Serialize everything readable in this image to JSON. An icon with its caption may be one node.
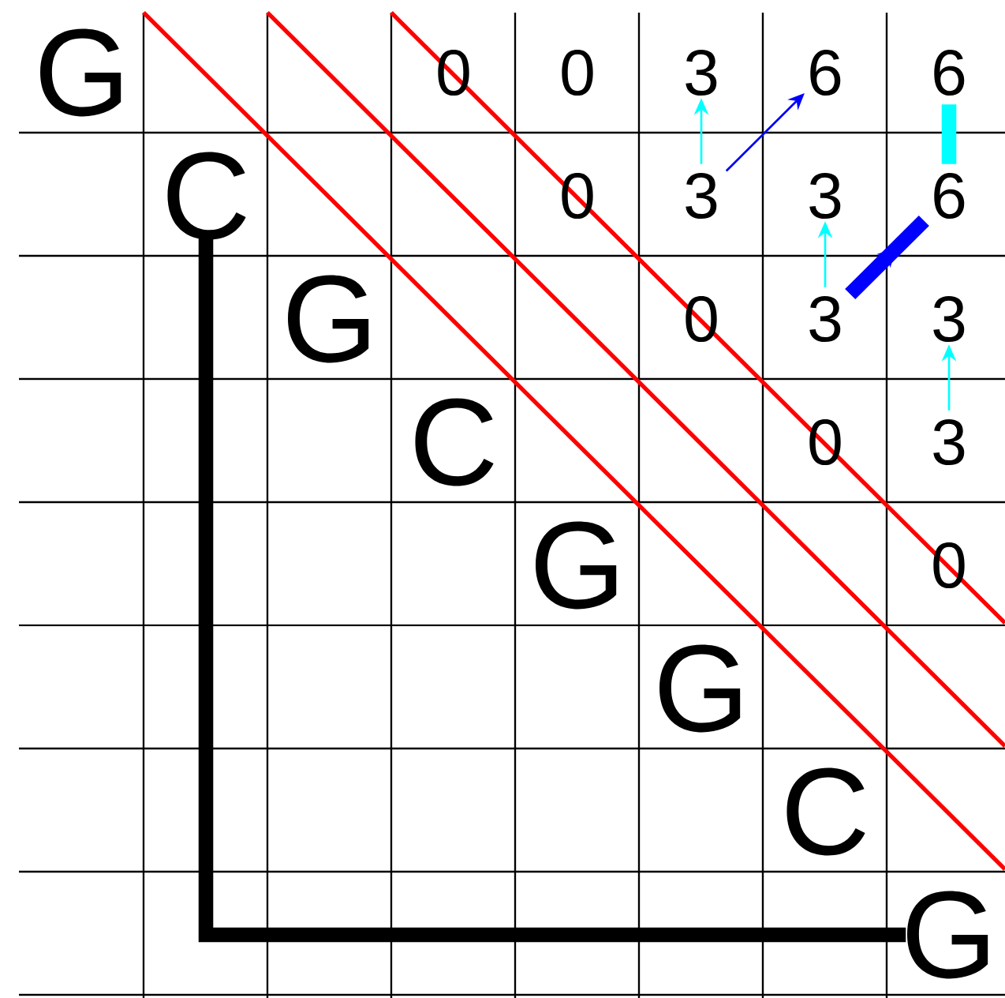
{
  "diagram": {
    "nodes": [
      {
        "text": [
          "G"
        ]
      },
      {
        "text": [
          "0"
        ]
      },
      {
        "text": [
          "0"
        ]
      },
      {
        "text": [
          "3"
        ]
      },
      {
        "text": [
          "6"
        ]
      },
      {
        "text": [
          "6"
        ]
      },
      {
        "text": [
          "C"
        ]
      },
      {
        "text": [
          "0"
        ]
      },
      {
        "text": [
          "3"
        ]
      },
      {
        "text": [
          "3"
        ]
      },
      {
        "text": [
          "6"
        ]
      },
      {
        "text": [
          "G"
        ]
      },
      {
        "text": [
          "0"
        ]
      },
      {
        "text": [
          "3"
        ]
      },
      {
        "text": [
          "3"
        ]
      },
      {
        "text": [
          "C"
        ]
      },
      {
        "text": [
          "0"
        ]
      },
      {
        "text": [
          "3"
        ]
      },
      {
        "text": [
          "G"
        ]
      },
      {
        "text": [
          "0"
        ]
      },
      {
        "text": [
          "G"
        ]
      },
      {
        "text": [
          "C"
        ]
      },
      {
        "text": [
          "G"
        ]
      }
    ],
    "edges": [
      {
        "from": 8,
        "to": 3,
        "arrow": "to",
        "color": "#00ffff"
      },
      {
        "from": 8,
        "to": 4,
        "arrow": "to",
        "color": "#0000ff"
      },
      {
        "from": 13,
        "to": 9,
        "arrow": "to",
        "color": "#00ffff"
      },
      {
        "from": 17,
        "to": 14,
        "arrow": "to",
        "color": "#00ffff"
      },
      {
        "from": 10,
        "to": 5,
        "arrow": "none",
        "style": "thick",
        "color": "#00ffff"
      },
      {
        "from": 13,
        "to": 10,
        "arrow": "to",
        "style": "thick",
        "color": "#0000ff"
      },
      {
        "from": 6,
        "to": 22,
        "arrow": "none",
        "style": "thick",
        "color": "#000000"
      }
    ]
  }
}
